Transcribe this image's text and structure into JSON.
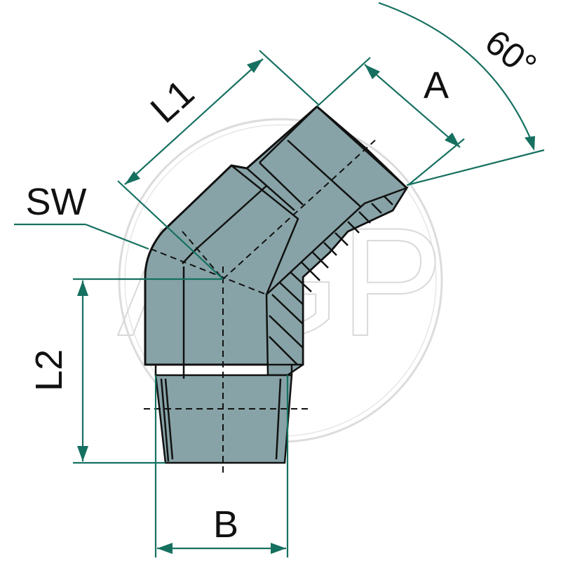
{
  "figure": {
    "watermark": "AGP",
    "labels": {
      "L1": "L1",
      "L2": "L2",
      "A": "A",
      "B": "B",
      "SW": "SW",
      "angle": "60°"
    }
  },
  "colors": {
    "body_fill": "#87a3a7",
    "dimension_lines": "#167060",
    "outline": "#111111",
    "watermark": "#d9d9d9"
  }
}
